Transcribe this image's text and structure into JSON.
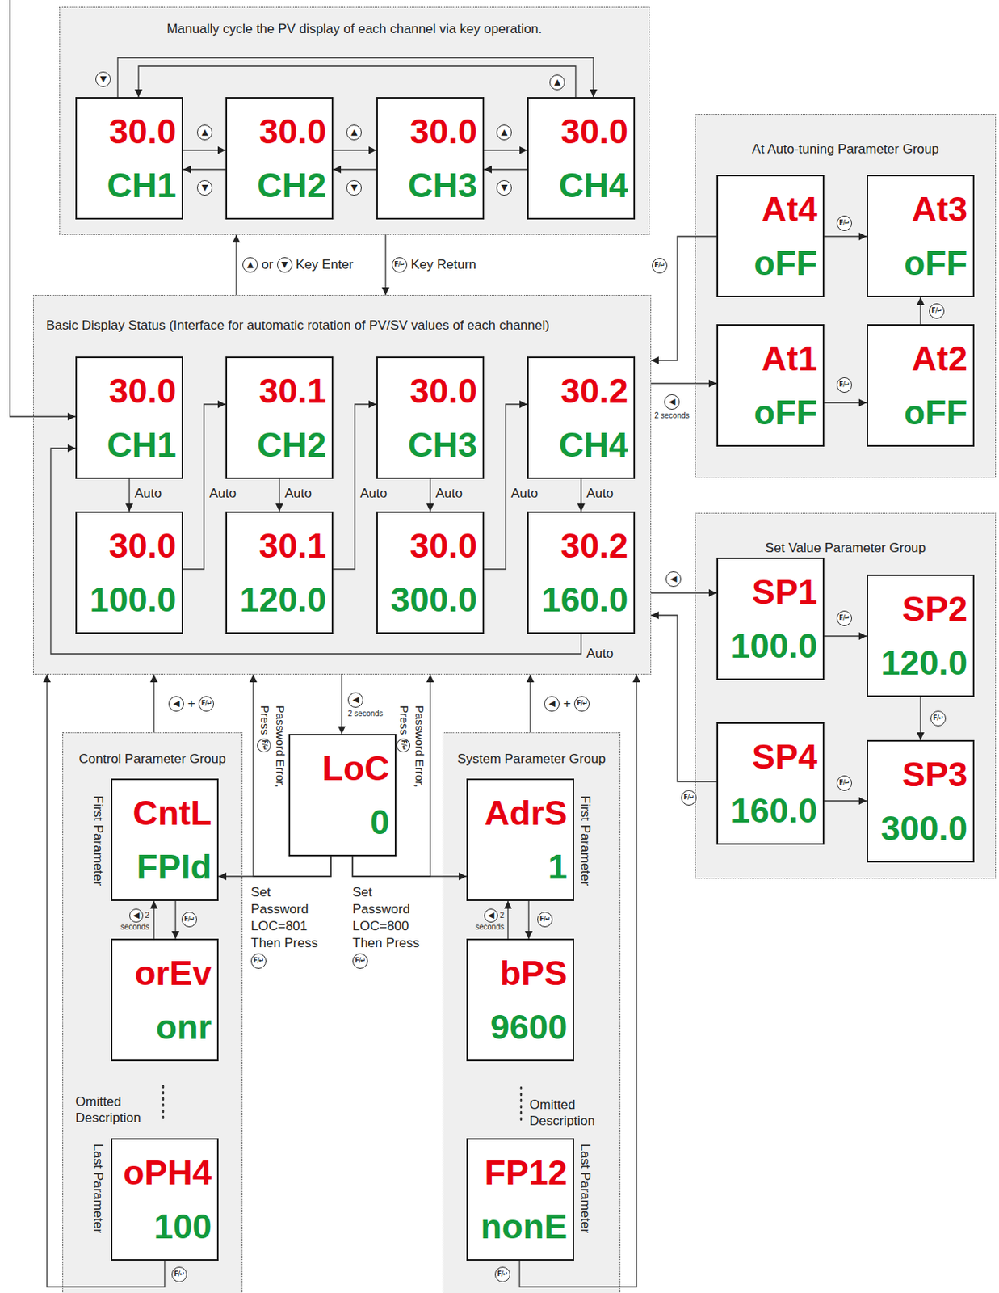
{
  "diagram": {
    "nodes": [
      {
        "text": [
          "Manually cycle the PV display of each channel via key operation."
        ]
      },
      {
        "text": [
          "30.0",
          "CH1"
        ],
        "in": 0
      },
      {
        "text": [
          "30.0",
          "CH2"
        ],
        "in": 0
      },
      {
        "text": [
          "30.0",
          "CH3"
        ],
        "in": 0
      },
      {
        "text": [
          "30.0",
          "CH4"
        ],
        "in": 0
      },
      {
        "text": [
          "Basic Display Status (Interface for automatic rotation of PV/SV values of each channel)"
        ]
      },
      {
        "text": [
          "30.0",
          "CH1"
        ],
        "in": 5
      },
      {
        "text": [
          "30.0",
          "100.0"
        ],
        "in": 5
      },
      {
        "text": [
          "30.1",
          "CH2"
        ],
        "in": 5
      },
      {
        "text": [
          "30.1",
          "120.0"
        ],
        "in": 5
      },
      {
        "text": [
          "30.0",
          "CH3"
        ],
        "in": 5
      },
      {
        "text": [
          "30.0",
          "300.0"
        ],
        "in": 5
      },
      {
        "text": [
          "30.2",
          "CH4"
        ],
        "in": 5
      },
      {
        "text": [
          "30.2",
          "160.0"
        ],
        "in": 5
      },
      {
        "text": [
          "At Auto-tuning Parameter Group"
        ]
      },
      {
        "text": [
          "At4",
          "oFF"
        ],
        "in": 14
      },
      {
        "text": [
          "At3",
          "oFF"
        ],
        "in": 14
      },
      {
        "text": [
          "At1",
          "oFF"
        ],
        "in": 14
      },
      {
        "text": [
          "At2",
          "oFF"
        ],
        "in": 14
      },
      {
        "text": [
          "Set Value Parameter Group"
        ]
      },
      {
        "text": [
          "SP1",
          "100.0"
        ],
        "in": 19
      },
      {
        "text": [
          "SP2",
          "120.0"
        ],
        "in": 19
      },
      {
        "text": [
          "SP4",
          "160.0"
        ],
        "in": 19
      },
      {
        "text": [
          "SP3",
          "300.0"
        ],
        "in": 19
      },
      {
        "text": [
          "LoC",
          "0"
        ]
      },
      {
        "text": [
          "Control Parameter Group"
        ]
      },
      {
        "text": [
          "CntL",
          "FPId"
        ],
        "in": 25
      },
      {
        "text": [
          "orEv",
          "onr"
        ],
        "in": 25
      },
      {
        "text": [
          "oPH4",
          "100"
        ],
        "in": 25
      },
      {
        "text": [
          "System Parameter Group"
        ]
      },
      {
        "text": [
          "AdrS",
          "1"
        ],
        "in": 29
      },
      {
        "text": [
          "bPS",
          "9600"
        ],
        "in": 29
      },
      {
        "text": [
          "FP12",
          "nonE"
        ],
        "in": 29
      }
    ],
    "edges": [
      {
        "from": 1,
        "to": 2,
        "arrow": "to",
        "label": "▲"
      },
      {
        "from": 2,
        "to": 1,
        "arrow": "to",
        "label": "▼"
      },
      {
        "from": 2,
        "to": 3,
        "arrow": "to",
        "label": "▲"
      },
      {
        "from": 3,
        "to": 2,
        "arrow": "to",
        "label": "▼"
      },
      {
        "from": 3,
        "to": 4,
        "arrow": "to",
        "label": "▲"
      },
      {
        "from": 4,
        "to": 3,
        "arrow": "to",
        "label": "▼"
      },
      {
        "from": 1,
        "to": 4,
        "arrow": "to",
        "label": "▼"
      },
      {
        "from": 4,
        "to": 1,
        "arrow": "to",
        "label": "▲"
      },
      {
        "from": 5,
        "to": 0,
        "arrow": "to",
        "label": "▲ or ▼ Key Enter"
      },
      {
        "from": 0,
        "to": 5,
        "arrow": "to",
        "label": "F/↵ Key Return"
      },
      {
        "from": 6,
        "to": 7,
        "arrow": "to",
        "label": "Auto"
      },
      {
        "from": 7,
        "to": 8,
        "arrow": "to",
        "label": "Auto"
      },
      {
        "from": 8,
        "to": 9,
        "arrow": "to",
        "label": "Auto"
      },
      {
        "from": 9,
        "to": 10,
        "arrow": "to",
        "label": "Auto"
      },
      {
        "from": 10,
        "to": 11,
        "arrow": "to",
        "label": "Auto"
      },
      {
        "from": 11,
        "to": 12,
        "arrow": "to",
        "label": "Auto"
      },
      {
        "from": 12,
        "to": 13,
        "arrow": "to",
        "label": "Auto"
      },
      {
        "from": 13,
        "to": 6,
        "arrow": "to",
        "label": "Auto"
      },
      {
        "from": 5,
        "to": 17,
        "arrow": "to",
        "label": "◀ 2 seconds"
      },
      {
        "from": 15,
        "to": 5,
        "arrow": "to",
        "label": "F/↵"
      },
      {
        "from": 17,
        "to": 18,
        "arrow": "to",
        "label": "F/↵"
      },
      {
        "from": 18,
        "to": 16,
        "arrow": "to",
        "label": "F/↵"
      },
      {
        "from": 15,
        "to": 16,
        "arrow": "to",
        "label": "F/↵"
      },
      {
        "from": 5,
        "to": 20,
        "arrow": "to",
        "label": "◀"
      },
      {
        "from": 20,
        "to": 21,
        "arrow": "to",
        "label": "F/↵"
      },
      {
        "from": 21,
        "to": 23,
        "arrow": "to",
        "label": "F/↵"
      },
      {
        "from": 22,
        "to": 23,
        "arrow": "to",
        "label": "F/↵"
      },
      {
        "from": 22,
        "to": 5,
        "arrow": "to",
        "label": "F/↵"
      },
      {
        "from": 5,
        "to": 24,
        "arrow": "to",
        "label": "◀ 2 seconds"
      },
      {
        "from": 24,
        "to": 26,
        "arrow": "to",
        "label": "Set Password LOC=801 Then Press F/↵"
      },
      {
        "from": 24,
        "to": 30,
        "arrow": "to",
        "label": "Set Password LOC=800 Then Press F/↵"
      },
      {
        "from": 24,
        "to": 5,
        "arrow": "to",
        "label": "Password Error, Press F/↵"
      },
      {
        "from": 24,
        "to": 5,
        "arrow": "to",
        "label": "Password Error, Press F/↵"
      },
      {
        "from": 26,
        "to": 27,
        "arrow": "to",
        "label": "F/↵"
      },
      {
        "from": 27,
        "to": 26,
        "arrow": "to",
        "label": "◀ 2 seconds"
      },
      {
        "from": 28,
        "to": 5,
        "arrow": "to",
        "label": "F/↵"
      },
      {
        "from": 25,
        "to": 5,
        "arrow": "to",
        "label": "◀ + F/↵"
      },
      {
        "from": 30,
        "to": 31,
        "arrow": "to",
        "label": "F/↵"
      },
      {
        "from": 31,
        "to": 30,
        "arrow": "to",
        "label": "◀ 2 seconds"
      },
      {
        "from": 32,
        "to": 5,
        "arrow": "to",
        "label": "F/↵"
      },
      {
        "from": 29,
        "to": 5,
        "arrow": "to",
        "label": "◀ + F/↵"
      }
    ],
    "labels": [
      "First Parameter",
      "Omitted Description",
      "Last Parameter",
      "First Parameter",
      "Omitted Description",
      "Last Parameter"
    ]
  }
}
